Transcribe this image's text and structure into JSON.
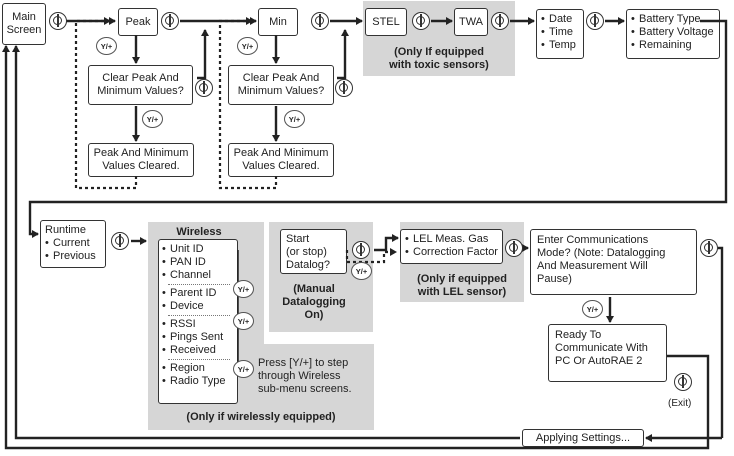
{
  "boxes": {
    "main_screen": "Main\nScreen",
    "peak": "Peak",
    "min": "Min",
    "stel": "STEL",
    "twa": "TWA",
    "clear_peak_1": "Clear Peak And\nMinimum Values?",
    "clear_peak_2": "Clear Peak And\nMinimum Values?",
    "cleared_1": "Peak And Minimum\nValues Cleared.",
    "cleared_2": "Peak And Minimum\nValues Cleared.",
    "start_datalog": "Start\n(or stop)\nDatalog?",
    "comm_mode": "Enter Communications\nMode? (Note: Datalogging\nAnd Measurement Will\nPause)",
    "ready_comm": "Ready To\nCommunicate With\nPC Or AutoRAE 2",
    "applying": "Applying Settings..."
  },
  "lists": {
    "date_time": [
      "Date",
      "Time",
      "Temp"
    ],
    "battery": [
      "Battery Type",
      "Battery Voltage",
      "Remaining"
    ],
    "runtime": [
      "Current",
      "Previous"
    ],
    "runtime_title": "Runtime",
    "lel": [
      "LEL Meas. Gas",
      "Correction Factor"
    ]
  },
  "wireless": {
    "title": "Wireless",
    "group1": [
      "Unit ID",
      "PAN ID",
      "Channel"
    ],
    "group2": [
      "Parent ID",
      "Device"
    ],
    "group3": [
      "RSSI",
      "Pings Sent",
      "Received"
    ],
    "group4": [
      "Region",
      "Radio Type"
    ]
  },
  "notes": {
    "toxic": "(Only If equipped\nwith toxic sensors)",
    "manual": "(Manual\nDatalogging\nOn)",
    "lel": "(Only if equipped\nwith LEL sensor)",
    "wireless": "(Only if wirelessly equipped)",
    "press": "Press [Y/+] to step\nthrough Wireless\nsub-menu screens.",
    "exit": "(Exit)"
  },
  "symbols": {
    "y_button_label": "Y/+",
    "mode_icon": "mode-power-icon"
  }
}
